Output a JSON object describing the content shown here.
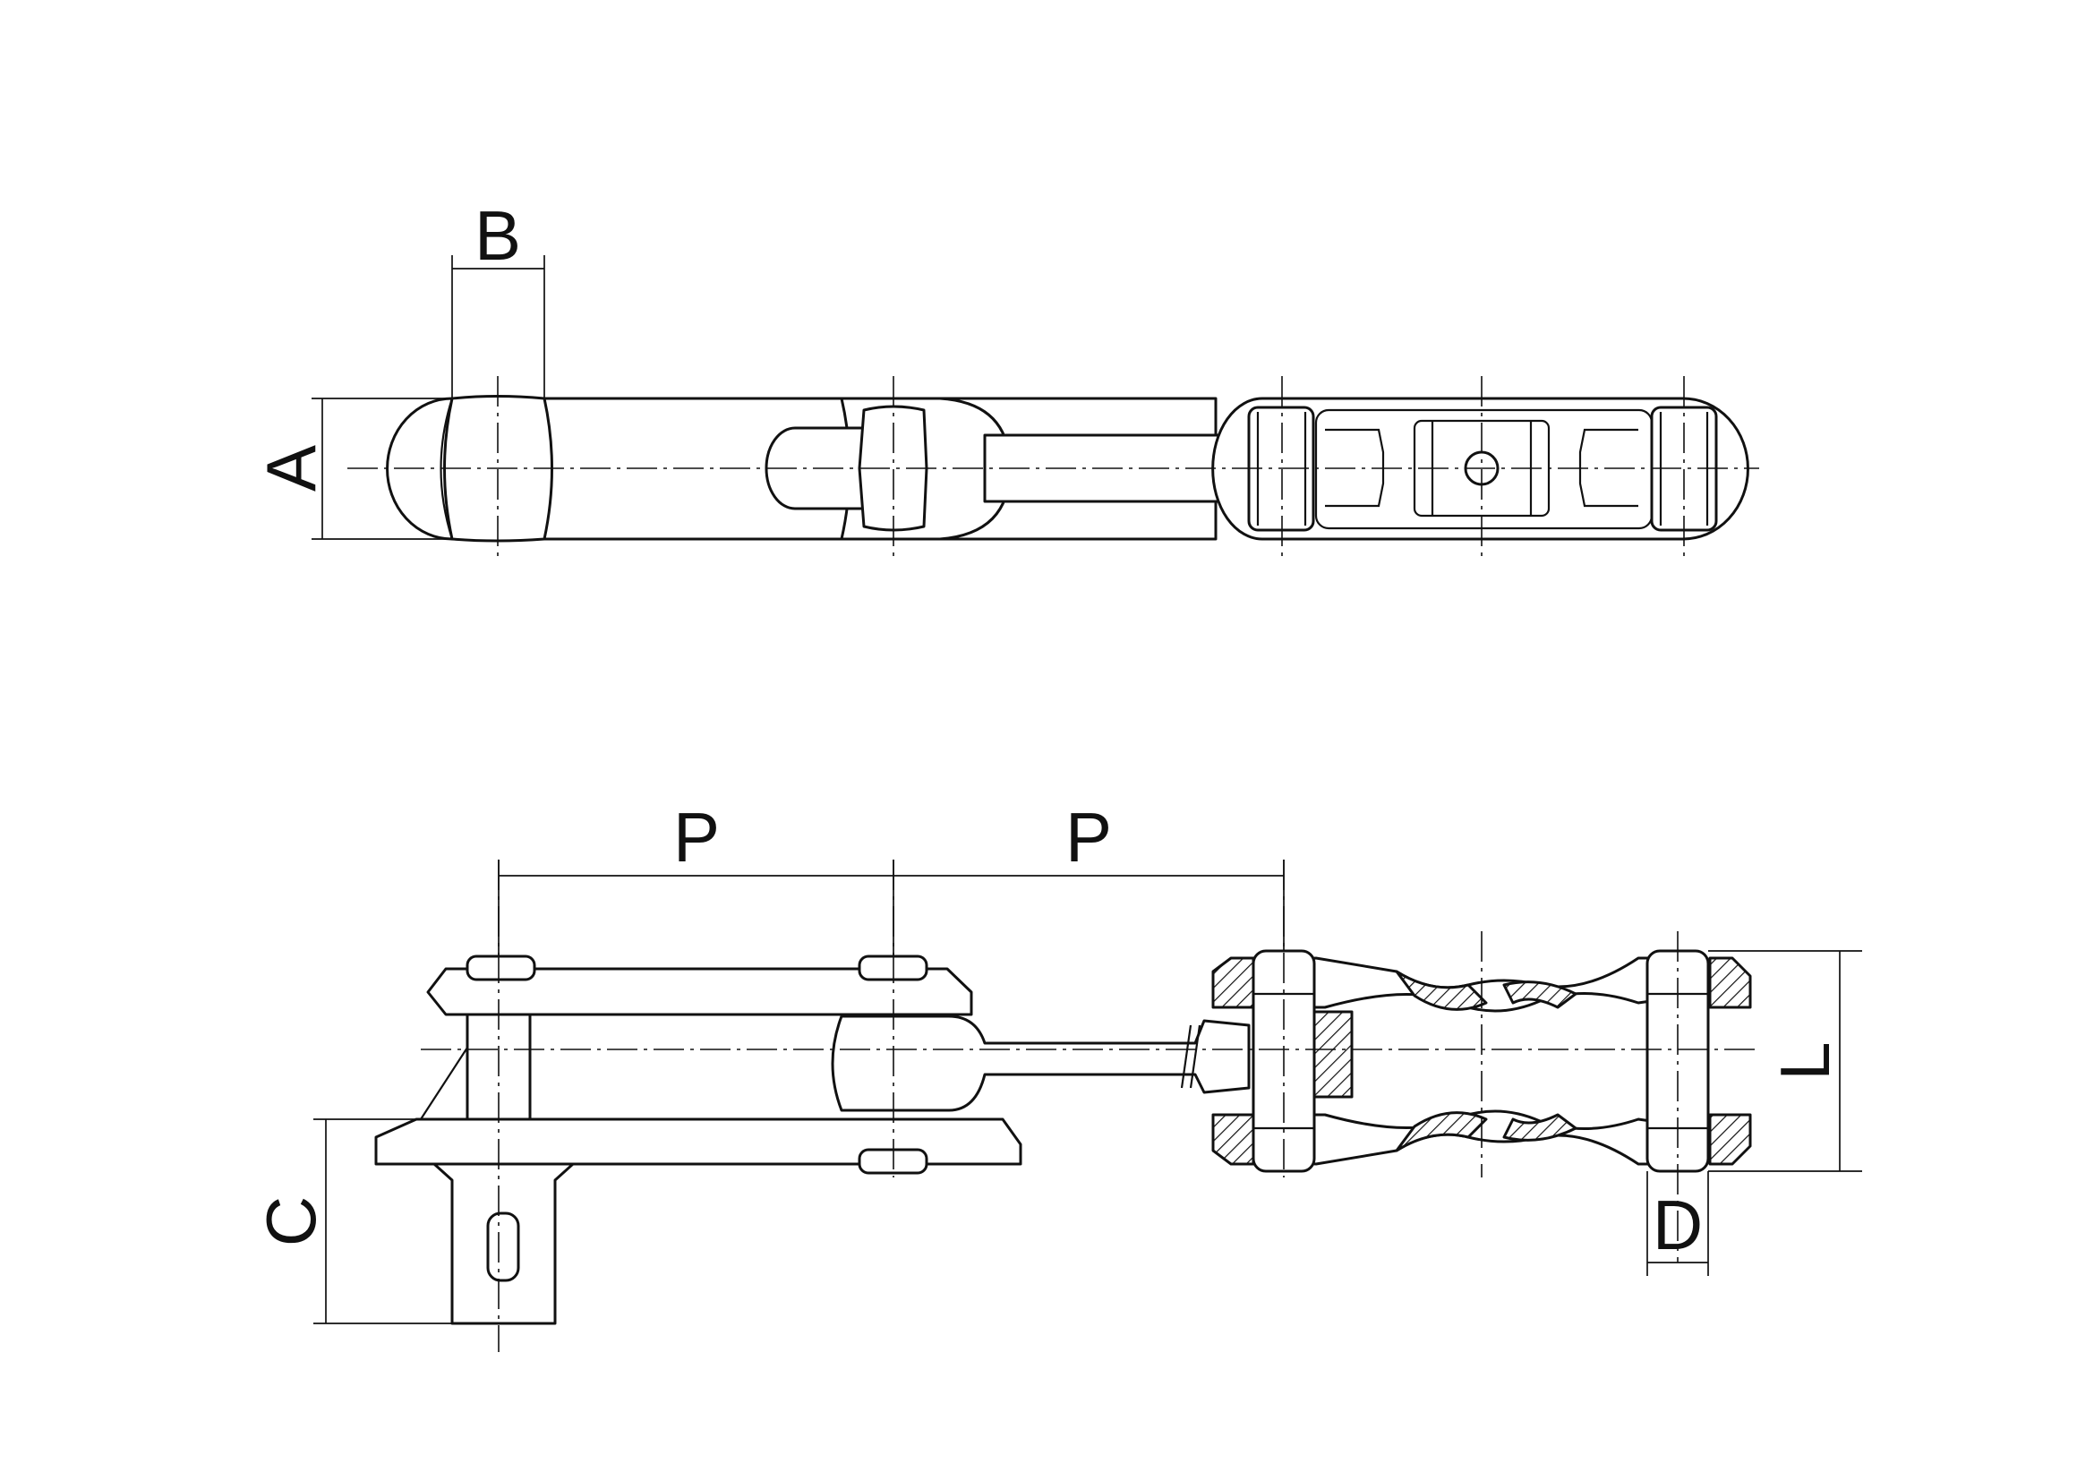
{
  "dimensions": {
    "A": "A",
    "B": "B",
    "C": "C",
    "D": "D",
    "L": "L",
    "P1": "P",
    "P2": "P"
  },
  "colors": {
    "line": "#111111",
    "background": "#ffffff"
  }
}
